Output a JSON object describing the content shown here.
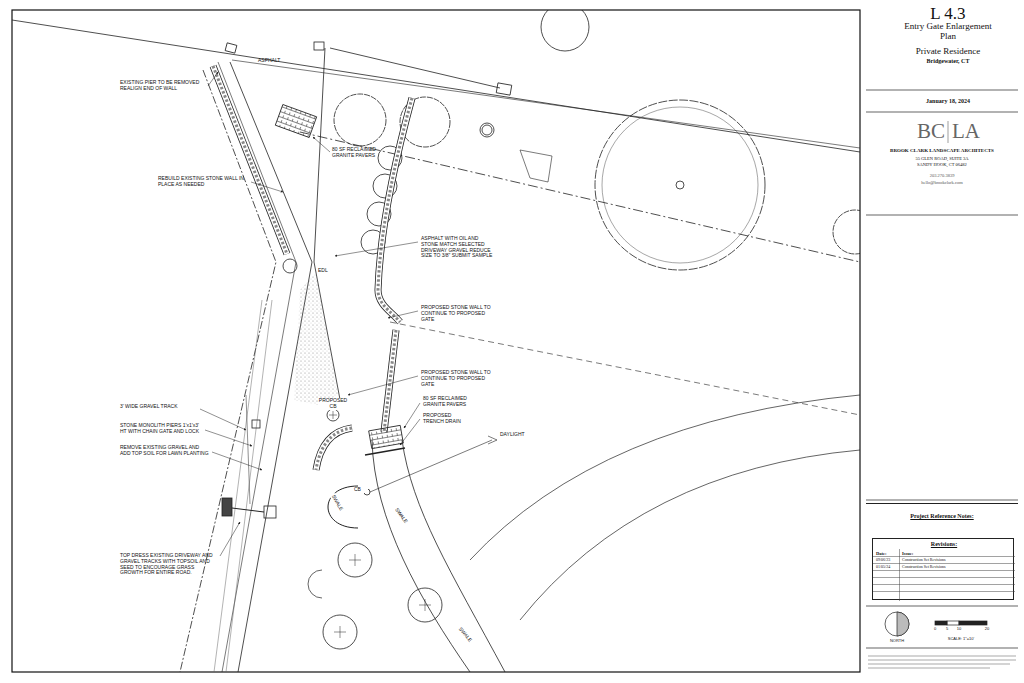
{
  "diagram": {
    "title": "Entry Gate Enlargement Plan",
    "nodes": [
      {
        "text": [
          "Project Reference Notes:"
        ]
      },
      {
        "text": [
          "Revisions:",
          "Date:",
          "Issue:",
          "09/06/23",
          "Construction Set Revisions",
          "01/05/24",
          "Construction Set Revisions"
        ]
      }
    ],
    "labels": [
      "L 4.3",
      "Private Residence",
      "Bridgewater, CT",
      "January 18, 2024",
      "BC",
      "LA",
      "BROOK CLARK LANDSCAPE ARCHITECTS",
      "55 GLEN ROAD, SUITE 3A",
      "SANDY HOOK, CT 06482",
      "203.270.3839",
      "hello@brookclark.com",
      "ASPHALT",
      "EXISTING PIER TO BE REMOVED REALIGN END OF WALL",
      "80 SF RECLAIMED GRANITE PAVERS",
      "REBUILD EXISTING STONE WALL IN PLACE AS NEEDED",
      "ASPHALT WITH OIL AND STONE MATCH SELECTED DRIVEWAY GRAVEL REDUCE SIZE TO 3/8\" SUBMIT SAMPLE",
      "EDL",
      "PROPOSED STONE WALL TO CONTINUE TO PROPOSED GATE",
      "PROPOSED STONE WALL TO CONTINUE TO PROPOSED GATE",
      "3' WIDE GRAVEL TRACK",
      "STONE MONOLITH PIERS 1'x1'x3' HT WITH CHAIN GATE AND LOCK",
      "REMOVE EXISTING GRAVEL AND ADD TOP SOIL FOR LAWN PLANTING",
      "PROPOSED CB",
      "80 SF RECLAIMED GRANITE PAVERS",
      "PROPOSED TRENCH DRAIN",
      "DAYLIGHT",
      "CB",
      "SWALE",
      "SWALE",
      "SWALE",
      "TOP DRESS EXISTING DRIVEWAY AND GRAVEL TRACKS WITH TOPSOIL AND SEED TO ENCOURAGE GRASS GROWTH FOR ENTIRE ROAD.",
      "NORTH",
      "SCALE: 1\"=10'",
      "0",
      "5",
      "10",
      "20"
    ]
  }
}
